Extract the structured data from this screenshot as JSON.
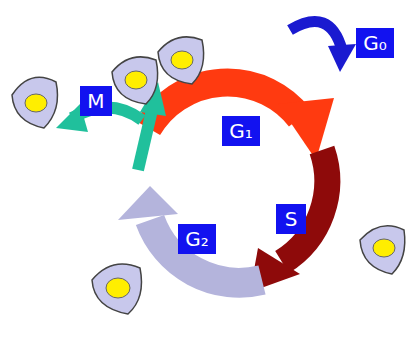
{
  "diagram": {
    "nodes": [
      {
        "text": [
          "G₀"
        ]
      },
      {
        "text": [
          "M"
        ]
      },
      {
        "text": [
          "G₁"
        ]
      },
      {
        "text": [
          "S"
        ]
      },
      {
        "text": [
          "G₂"
        ]
      }
    ]
  }
}
